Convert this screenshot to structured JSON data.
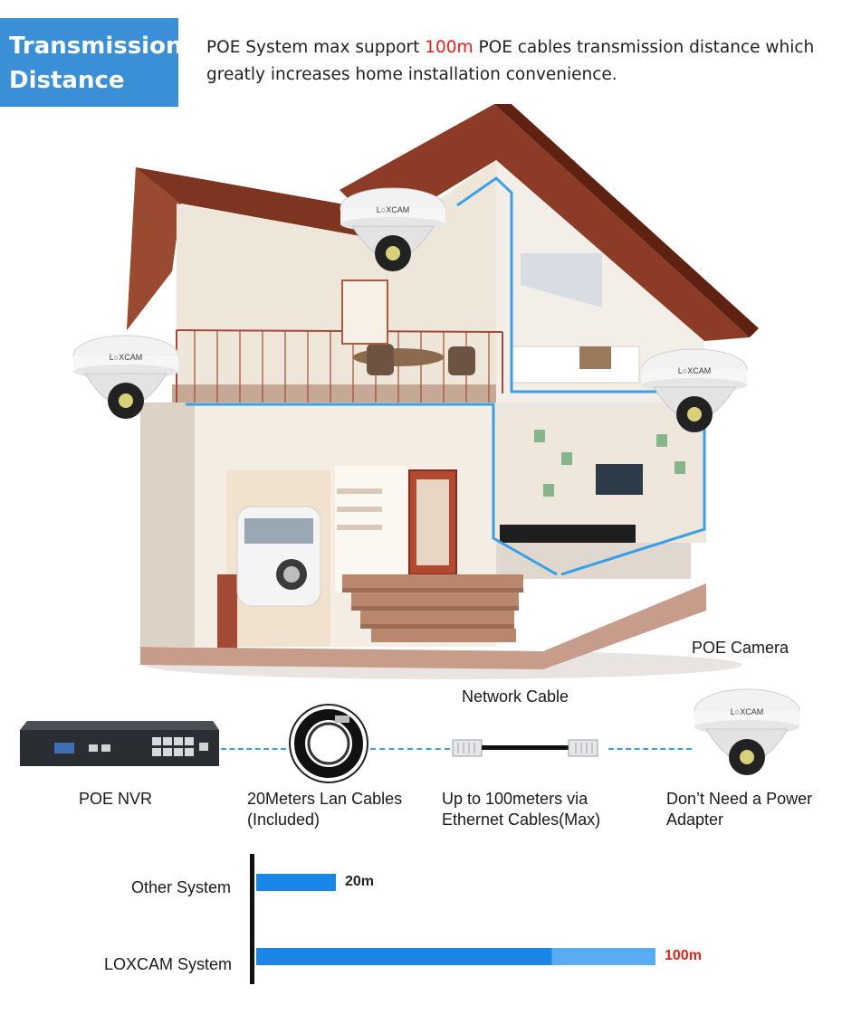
{
  "header": {
    "title_line1": "Transmission",
    "title_line2": "Distance",
    "intro_line1_pre": "POE System max support ",
    "intro_line1_highlight": "100m",
    "intro_line1_post": " POE cables transmission distance which",
    "intro_line2": "greatly increases home installation convenience."
  },
  "illustration": {
    "camera_brand": "LOXCAM",
    "camera_brand_short": "L○XCAM"
  },
  "diagram": {
    "poe_camera_label": "POE Camera",
    "network_cable_label": "Network Cable",
    "items": [
      {
        "line1": "POE NVR",
        "line2": ""
      },
      {
        "line1": "20Meters Lan Cables",
        "line2": "(Included)"
      },
      {
        "line1": "Up to 100meters via",
        "line2": "Ethernet Cables(Max)"
      },
      {
        "line1": "Don’t Need a Power",
        "line2": "Adapter"
      }
    ]
  },
  "colors": {
    "title_bg": "#3b8fd6",
    "highlight": "#e0201b",
    "bar_blue": "#1a86e8",
    "bar_light": "#5aacf2",
    "dashed_line": "#3aa0e6"
  },
  "chart_data": {
    "type": "bar",
    "orientation": "horizontal",
    "categories": [
      "Other System",
      "LOXCAM System"
    ],
    "values": [
      20,
      100
    ],
    "value_labels": [
      "20m",
      "100m"
    ],
    "unit": "m",
    "xlim": [
      0,
      100
    ]
  }
}
